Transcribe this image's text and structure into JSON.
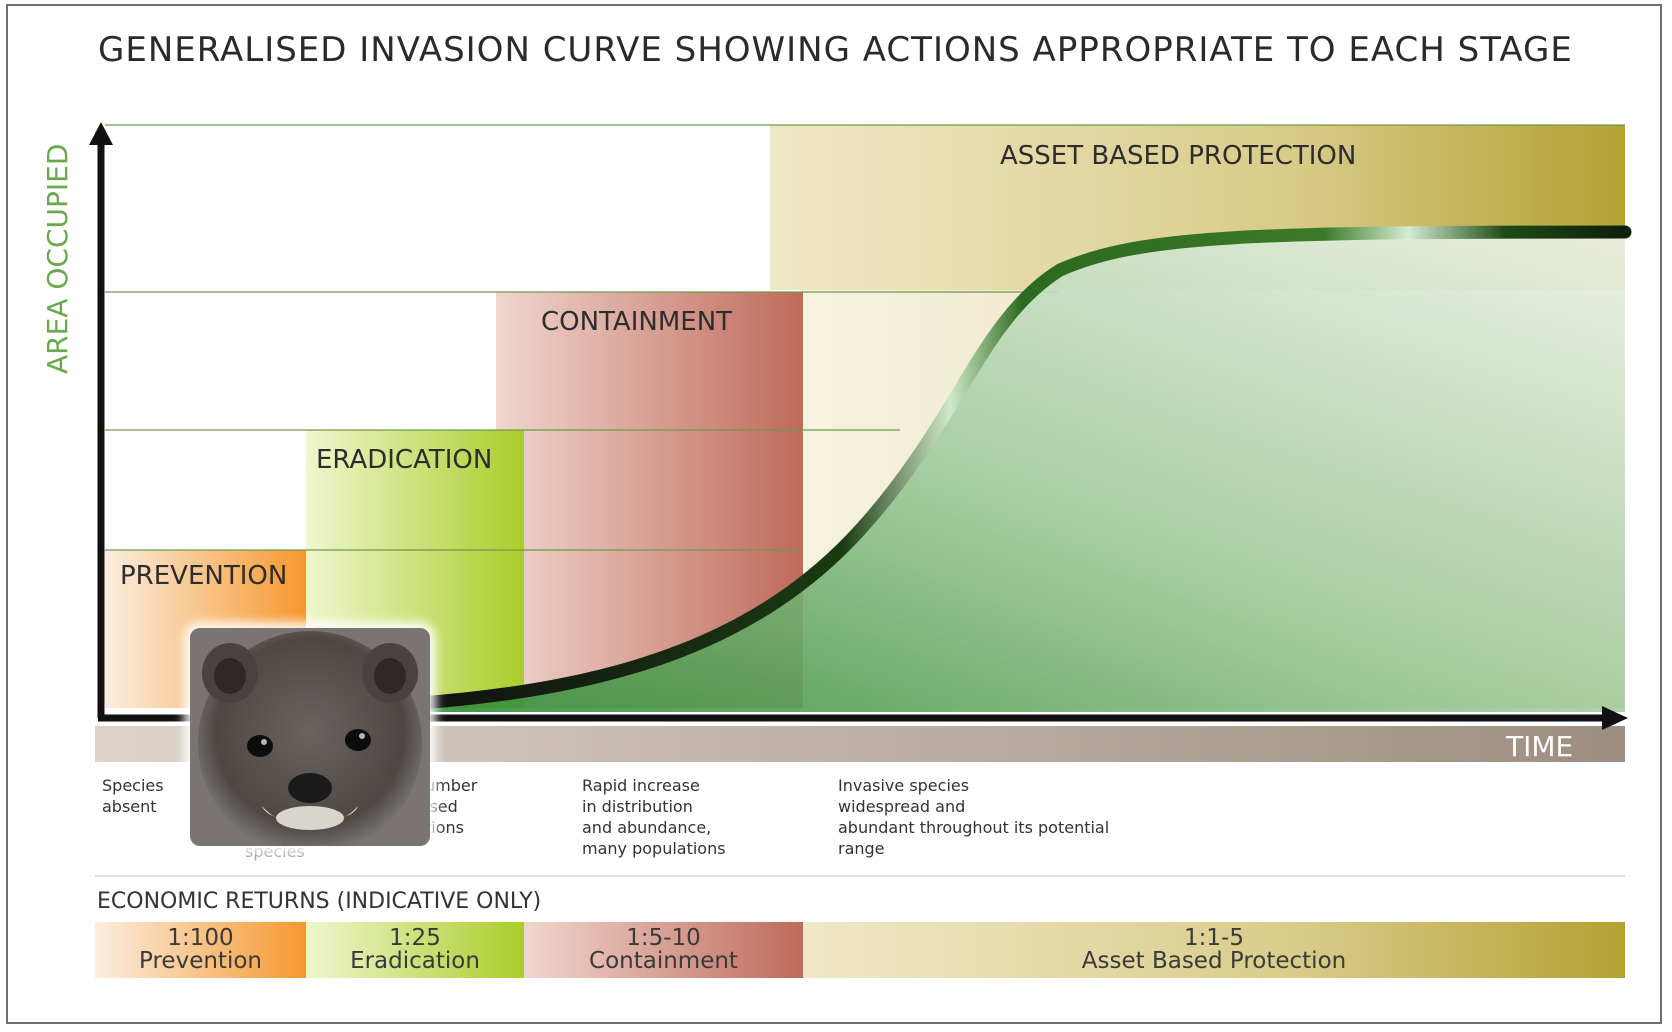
{
  "title": "GENERALISED INVASION CURVE SHOWING ACTIONS APPROPRIATE TO EACH STAGE",
  "axes": {
    "y_label": "AREA OCCUPIED",
    "x_label": "TIME"
  },
  "stages": [
    {
      "label": "PREVENTION",
      "color": "#f4a24b"
    },
    {
      "label": "ERADICATION",
      "color": "#b9d54a"
    },
    {
      "label": "CONTAINMENT",
      "color": "#c98478"
    },
    {
      "label": "ASSET BASED PROTECTION",
      "color": "#b8a64a"
    }
  ],
  "descriptions": [
    {
      "lines": [
        "Species",
        "absent"
      ]
    },
    {
      "lines": [
        "umber",
        "ised",
        "tions",
        "species"
      ]
    },
    {
      "lines": [
        "Rapid increase",
        "in distribution",
        "and abundance,",
        "many populations"
      ]
    },
    {
      "lines": [
        "Invasive species",
        "widespread and",
        "abundant throughout its potential",
        "range"
      ]
    }
  ],
  "economic": {
    "title": "ECONOMIC RETURNS (INDICATIVE ONLY)",
    "cells": [
      {
        "ratio": "1:100",
        "name": "Prevention"
      },
      {
        "ratio": "1:25",
        "name": "Eradication"
      },
      {
        "ratio": "1:5-10",
        "name": "Containment"
      },
      {
        "ratio": "1:1-5",
        "name": "Asset Based Protection"
      }
    ]
  },
  "colors": {
    "curve_green": "#2f6b25",
    "area_green": "#7fb27a",
    "axis": "#111111",
    "time_bar": "#a89c92",
    "y_label_color": "#6aa84f"
  },
  "photo": {
    "subject": "ferret-face"
  }
}
